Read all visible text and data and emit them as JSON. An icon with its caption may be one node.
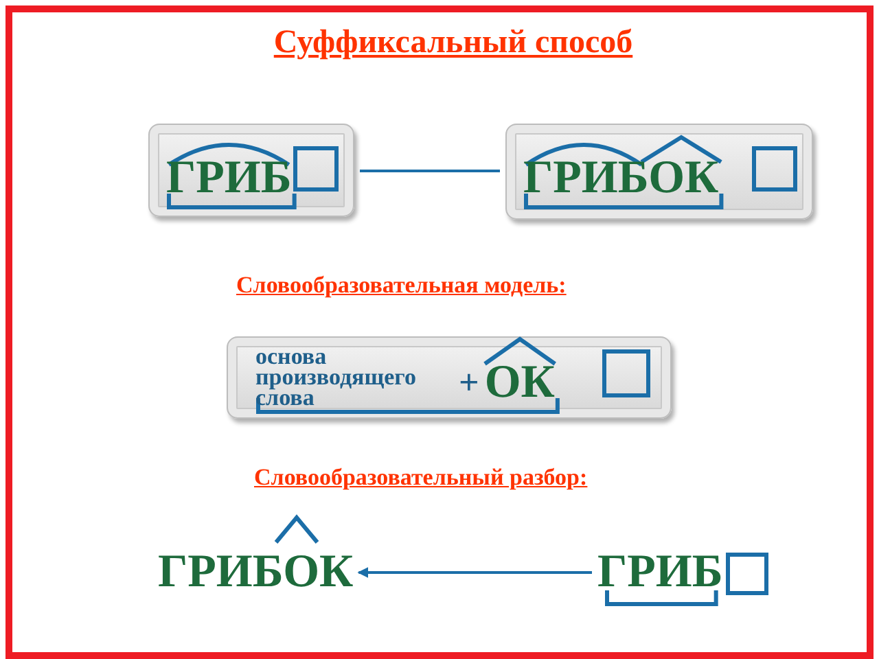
{
  "diagram": {
    "title": "Суффиксальный способ",
    "nodes": [
      {
        "text": [
          "ГРИБ"
        ]
      },
      {
        "text": [
          "ГРИБОК"
        ]
      },
      {
        "text": [
          "основа производящего слова",
          "+",
          "ОК"
        ]
      },
      {
        "text": [
          "ГРИБОК"
        ]
      },
      {
        "text": [
          "ГРИБ"
        ]
      }
    ],
    "edges": [
      {
        "from": 0,
        "to": 1,
        "arrow": "none"
      },
      {
        "from": 4,
        "to": 3,
        "arrow": "to"
      }
    ],
    "labels": [
      "Словообразовательная модель:",
      "Словообразовательный разбор:"
    ]
  }
}
